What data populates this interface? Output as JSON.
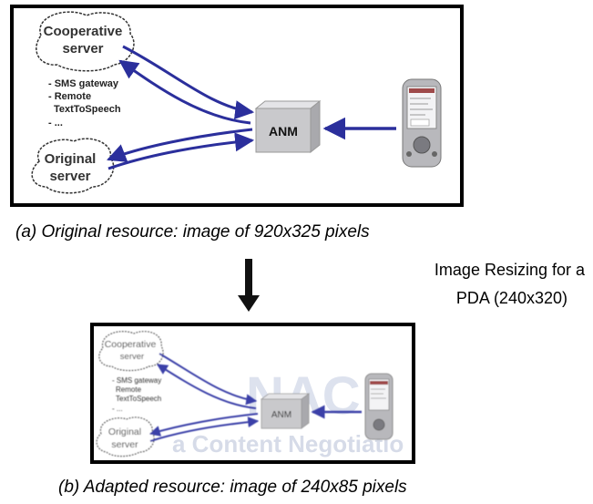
{
  "panel_a": {
    "cooperative_server": [
      "Cooperative",
      "server"
    ],
    "services": [
      "- SMS gateway",
      "- Remote",
      "TextToSpeech",
      "- ..."
    ],
    "anm_label": "ANM",
    "original_server": [
      "Original",
      "server"
    ]
  },
  "caption_a": "(a) Original resource: image of 920x325 pixels",
  "resize_note": {
    "line1": "Image Resizing for a",
    "line2": "PDA (240x320)"
  },
  "panel_b": {
    "cooperative_server": [
      "Cooperative",
      "server"
    ],
    "services": [
      "- SMS gateway",
      "Remote",
      "TextToSpeech",
      "- ..."
    ],
    "anm_label": "ANM",
    "original_server": [
      "Original",
      "server"
    ],
    "watermark_big": "NAC:",
    "watermark_sub": "a Content Negotiatio"
  },
  "caption_b": "(b) Adapted resource: image of 240x85 pixels",
  "colors": {
    "arrow_blue": "#2b2f9c",
    "box_gray": "#c9c9cc",
    "watermark": "#d6dbe8"
  }
}
